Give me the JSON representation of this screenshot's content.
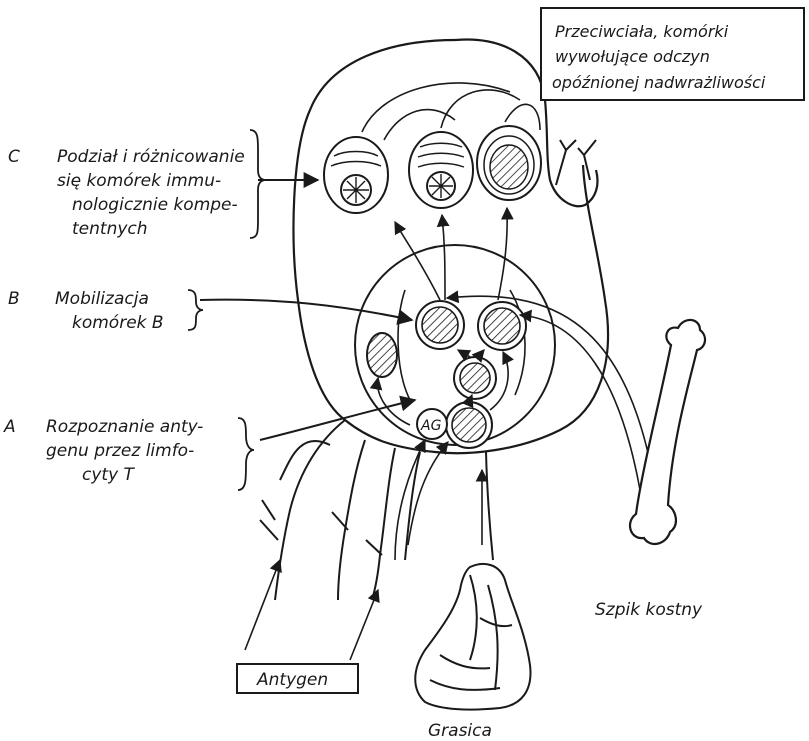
{
  "labels": {
    "box_title": [
      "Przeciwciała, komórki",
      "wywołujące odczyn",
      "opóźnionej nadwrażliwości"
    ],
    "step_c_marker": "C",
    "step_c_text": [
      "Podział i różnicowanie",
      "się komórek immu-",
      "nologicznie kompe-",
      "tentnych"
    ],
    "step_b_marker": "B",
    "step_b_text": [
      "Mobilizacja",
      "komórek B"
    ],
    "step_a_marker": "A",
    "step_a_text": [
      "Rozpoznanie anty-",
      "genu przez limfo-",
      "cyty T"
    ],
    "antigen_label": "Antygen",
    "ag_cell_label": "AG",
    "bone_marrow_label": "Szpik kostny",
    "thymus_label": "Grasica"
  },
  "colors": {
    "ink": "#1a1a1a",
    "paper": "#ffffff"
  }
}
